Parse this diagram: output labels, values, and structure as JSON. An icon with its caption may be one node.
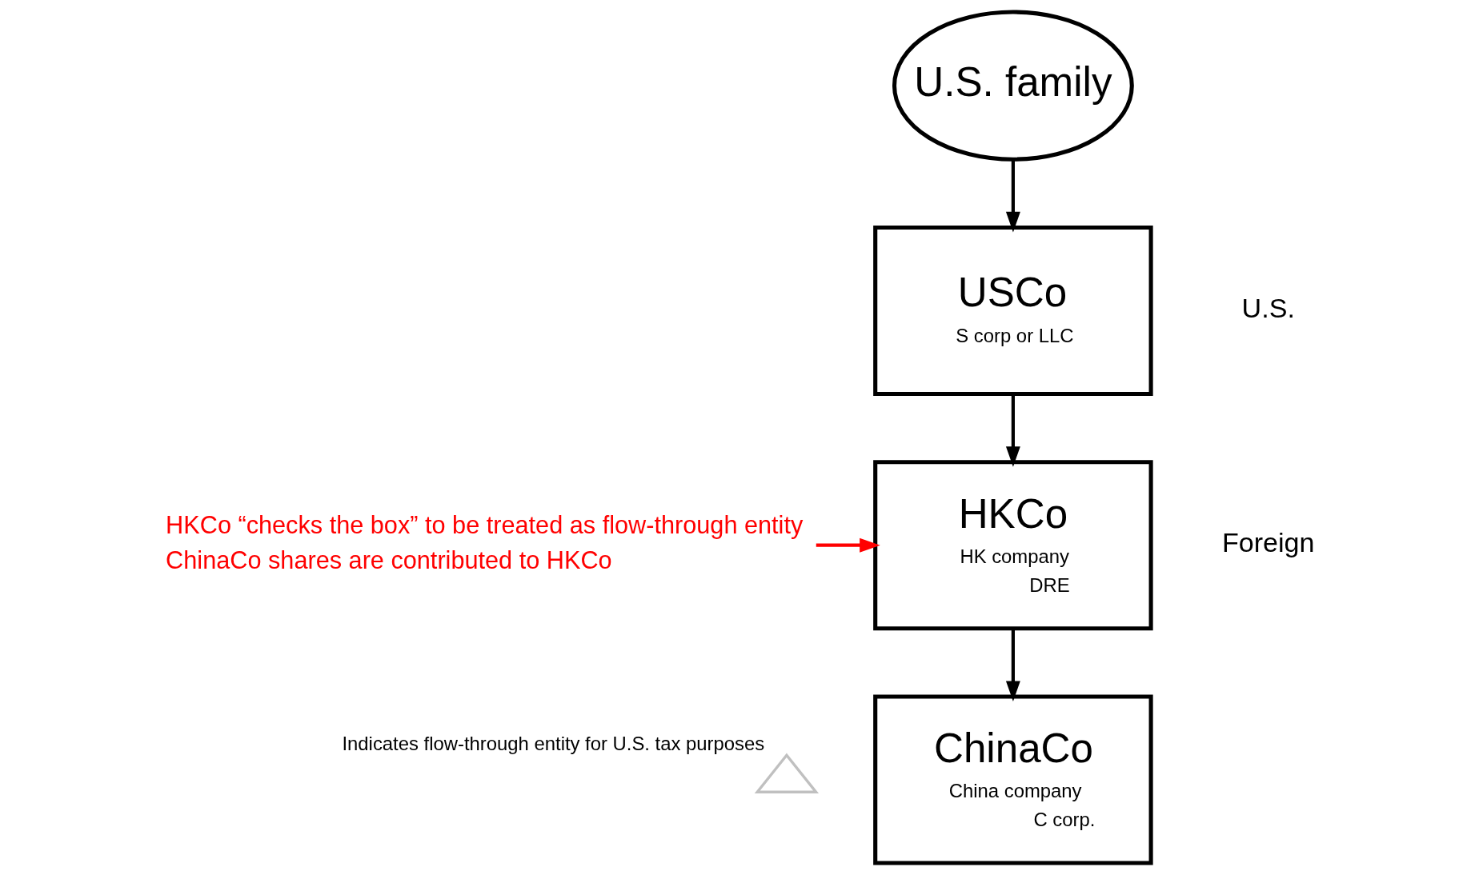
{
  "diagram": {
    "nodes": [
      {
        "text": [
          "U.S. family"
        ]
      },
      {
        "text": [
          "USCo",
          "S corp or LLC"
        ]
      },
      {
        "text": [
          "HKCo",
          "HK company",
          "DRE"
        ]
      },
      {
        "text": [
          "ChinaCo",
          "China company",
          "C corp."
        ]
      },
      {
        "text": [
          "HKCo “checks the box” to be treated as flow-through entity",
          "ChinaCo shares are contributed to HKCo"
        ]
      }
    ],
    "edges": [
      {
        "from": 0,
        "to": 1,
        "arrow": "to"
      },
      {
        "from": 1,
        "to": 2,
        "arrow": "to"
      },
      {
        "from": 2,
        "to": 3,
        "arrow": "to"
      },
      {
        "from": 4,
        "to": 2,
        "arrow": "to",
        "color": "#ff0000"
      }
    ],
    "labels": [
      "U.S.",
      "Foreign"
    ],
    "legend": [
      {
        "text": "Indicates flow-through entity for U.S. tax purposes"
      }
    ]
  }
}
